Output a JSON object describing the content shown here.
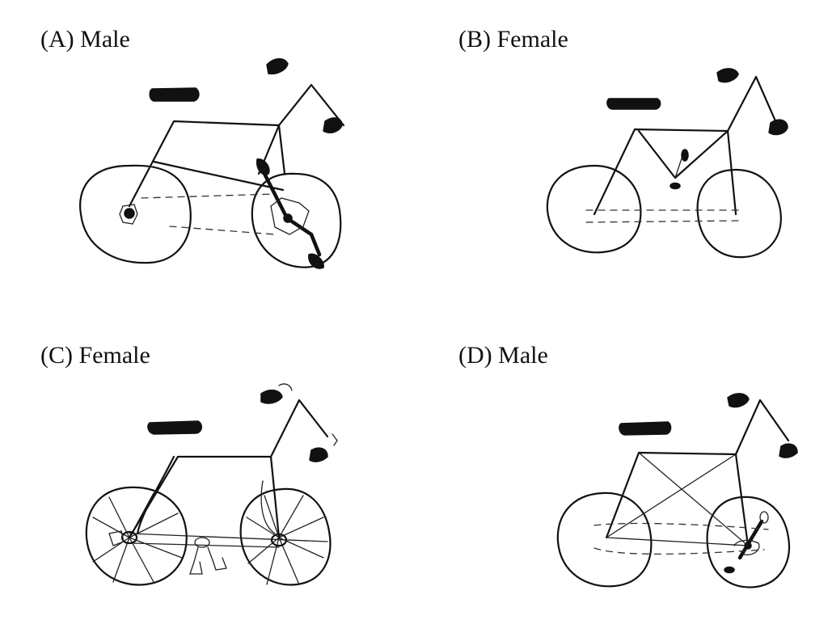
{
  "panels": [
    {
      "id": "A",
      "label": "(A) Male"
    },
    {
      "id": "B",
      "label": "(B) Female"
    },
    {
      "id": "C",
      "label": "(C) Female"
    },
    {
      "id": "D",
      "label": "(D) Male"
    }
  ]
}
